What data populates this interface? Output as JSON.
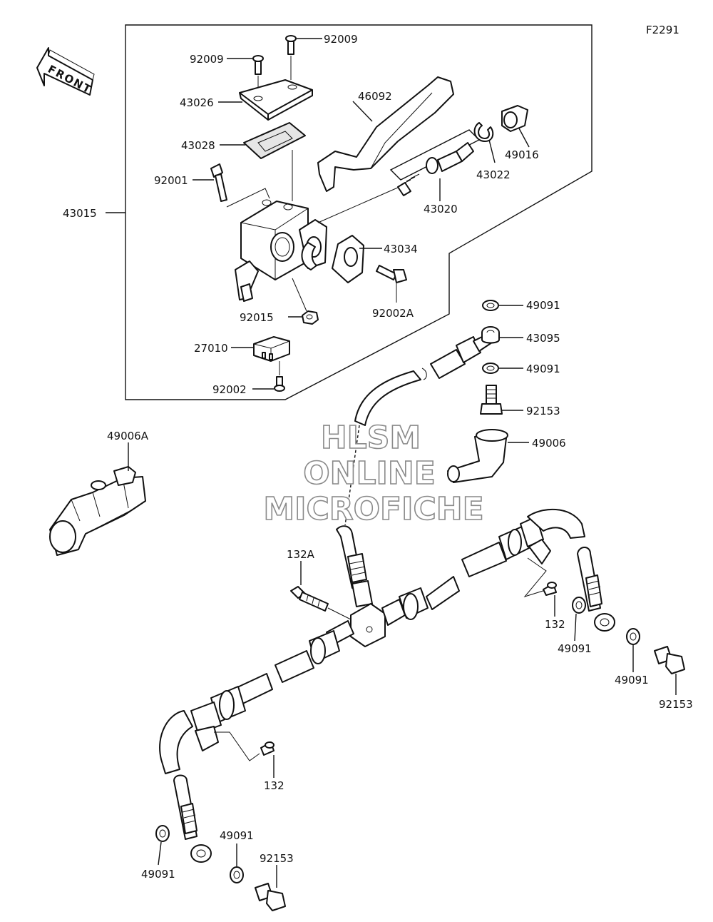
{
  "diagram_id": "F2291",
  "front_marker": "FRONT",
  "watermark": [
    "HLSM",
    "ONLINE",
    "MICROFICHE"
  ],
  "labels": {
    "l43015": "43015",
    "l92009a": "92009",
    "l92009b": "92009",
    "l43026": "43026",
    "l43028": "43028",
    "l92001": "92001",
    "l46092": "46092",
    "l49016": "49016",
    "l43022": "43022",
    "l43020": "43020",
    "l43034": "43034",
    "l92015": "92015",
    "l92002A": "92002A",
    "l27010": "27010",
    "l92002": "92002",
    "l49091a": "49091",
    "l43095": "43095",
    "l49091b": "49091",
    "l92153a": "92153",
    "l49006": "49006",
    "l49006A": "49006A",
    "l132A": "132A",
    "l132a": "132",
    "l49091c": "49091",
    "l49091d": "49091",
    "l92153b": "92153",
    "l132b": "132",
    "l49091e": "49091",
    "l49091f": "49091",
    "l92153c": "92153"
  }
}
